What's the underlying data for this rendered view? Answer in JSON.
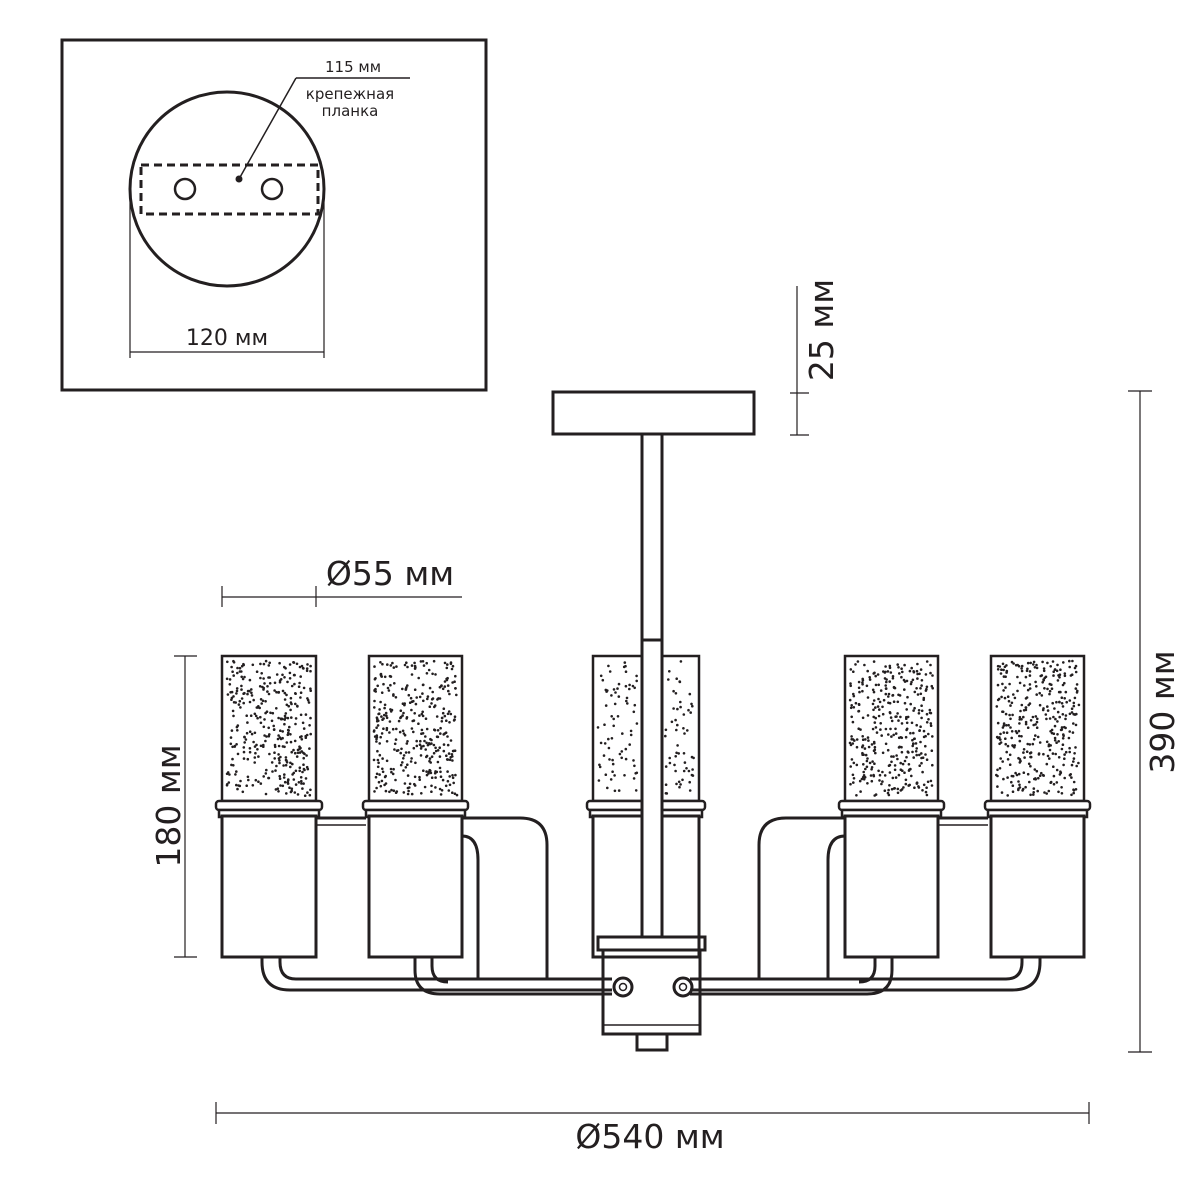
{
  "mounting_plate": {
    "depth_label": "115 мм",
    "name_label_line1": "крепежная",
    "name_label_line2": "планка",
    "diameter_label": "120 мм"
  },
  "dimensions": {
    "canopy_height": "25 мм",
    "shade_diameter": "Ø55 мм",
    "shade_height": "180 мм",
    "total_height": "390 мм",
    "total_diameter": "Ø540 мм"
  },
  "colors": {
    "line": "#231f20",
    "background": "#ffffff"
  }
}
